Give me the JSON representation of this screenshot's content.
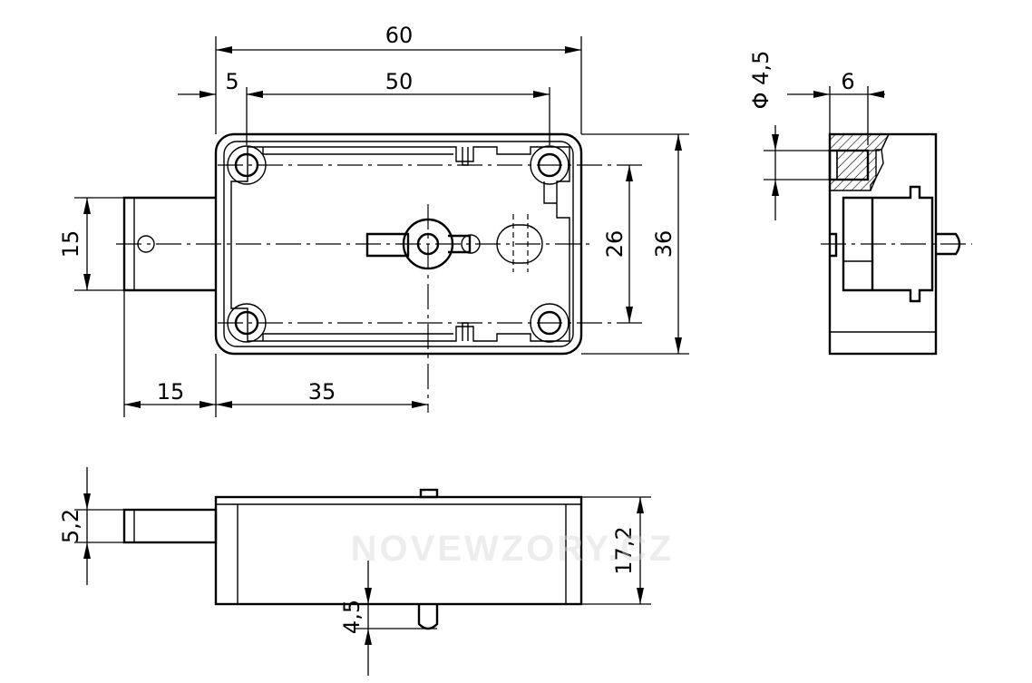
{
  "dimensions": {
    "overall_width": "60",
    "hole_spacing_x": "50",
    "edge_offset": "5",
    "bolt_height": "15",
    "hole_spacing_y": "26",
    "overall_height": "36",
    "bolt_length": "15",
    "bolt_to_center": "35",
    "hole_diameter": "Φ 4,5",
    "section_depth": "6",
    "bolt_thickness": "5,2",
    "body_height": "17,2",
    "pin_length": "4,5"
  },
  "watermark": "NOVEWZORY.CZ"
}
